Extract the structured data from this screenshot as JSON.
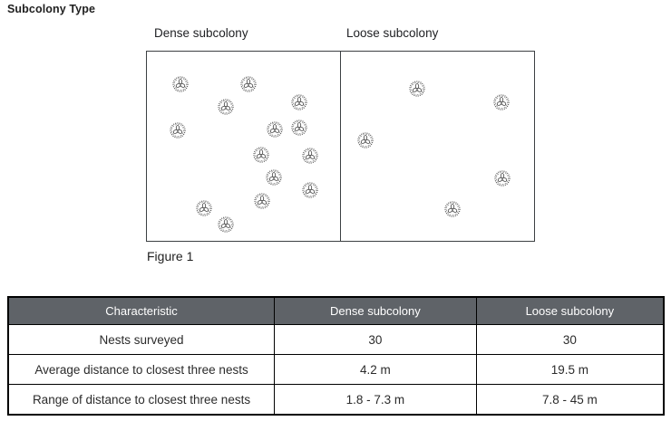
{
  "page": {
    "title": "Subcolony Type"
  },
  "figure": {
    "caption": "Figure 1",
    "panels": [
      {
        "label": "Dense subcolony",
        "nests": [
          [
            37,
            36
          ],
          [
            112,
            36
          ],
          [
            87,
            61
          ],
          [
            168,
            56
          ],
          [
            34,
            87
          ],
          [
            141,
            86
          ],
          [
            168,
            84
          ],
          [
            126,
            114
          ],
          [
            180,
            115
          ],
          [
            140,
            139
          ],
          [
            180,
            153
          ],
          [
            127,
            165
          ],
          [
            63,
            173
          ],
          [
            87,
            191
          ]
        ]
      },
      {
        "label": "Loose subcolony",
        "nests": [
          [
            84,
            41
          ],
          [
            177,
            56
          ],
          [
            27,
            98
          ],
          [
            178,
            140
          ],
          [
            123,
            174
          ]
        ]
      }
    ]
  },
  "table": {
    "headers": [
      "Characteristic",
      "Dense subcolony",
      "Loose subcolony"
    ],
    "rows": [
      [
        "Nests surveyed",
        "30",
        "30"
      ],
      [
        "Average distance to closest three nests",
        "4.2 m",
        "19.5 m"
      ],
      [
        "Range of distance to closest three nests",
        "1.8 - 7.3 m",
        "7.8 - 45 m"
      ]
    ]
  },
  "colors": {
    "table_header_bg": "#5f6368",
    "table_header_text": "#ffffff",
    "figure_border": "#3c4043"
  }
}
